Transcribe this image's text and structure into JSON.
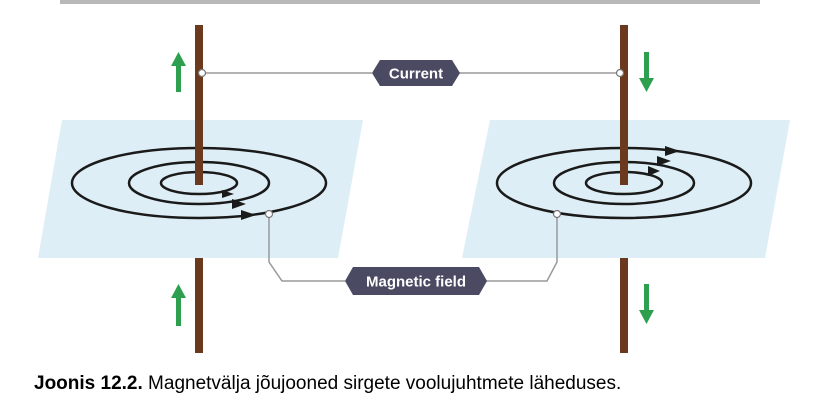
{
  "diagram": {
    "current_label": "Current",
    "magnetic_field_label": "Magnetic field",
    "colors": {
      "plane": "#ddeef6",
      "wire": "#6b3a1e",
      "arrow_current": "#2e9e4f",
      "field_line": "#1a1a1a",
      "label_bg": "#4a4a62",
      "connector": "#999999"
    },
    "left_wire": {
      "current_direction": "up"
    },
    "right_wire": {
      "current_direction": "down"
    }
  },
  "caption": {
    "lead": "Joonis 12.2.",
    "text": " Magnetvälja jõujooned sirgete voolujuhtmete läheduses."
  }
}
